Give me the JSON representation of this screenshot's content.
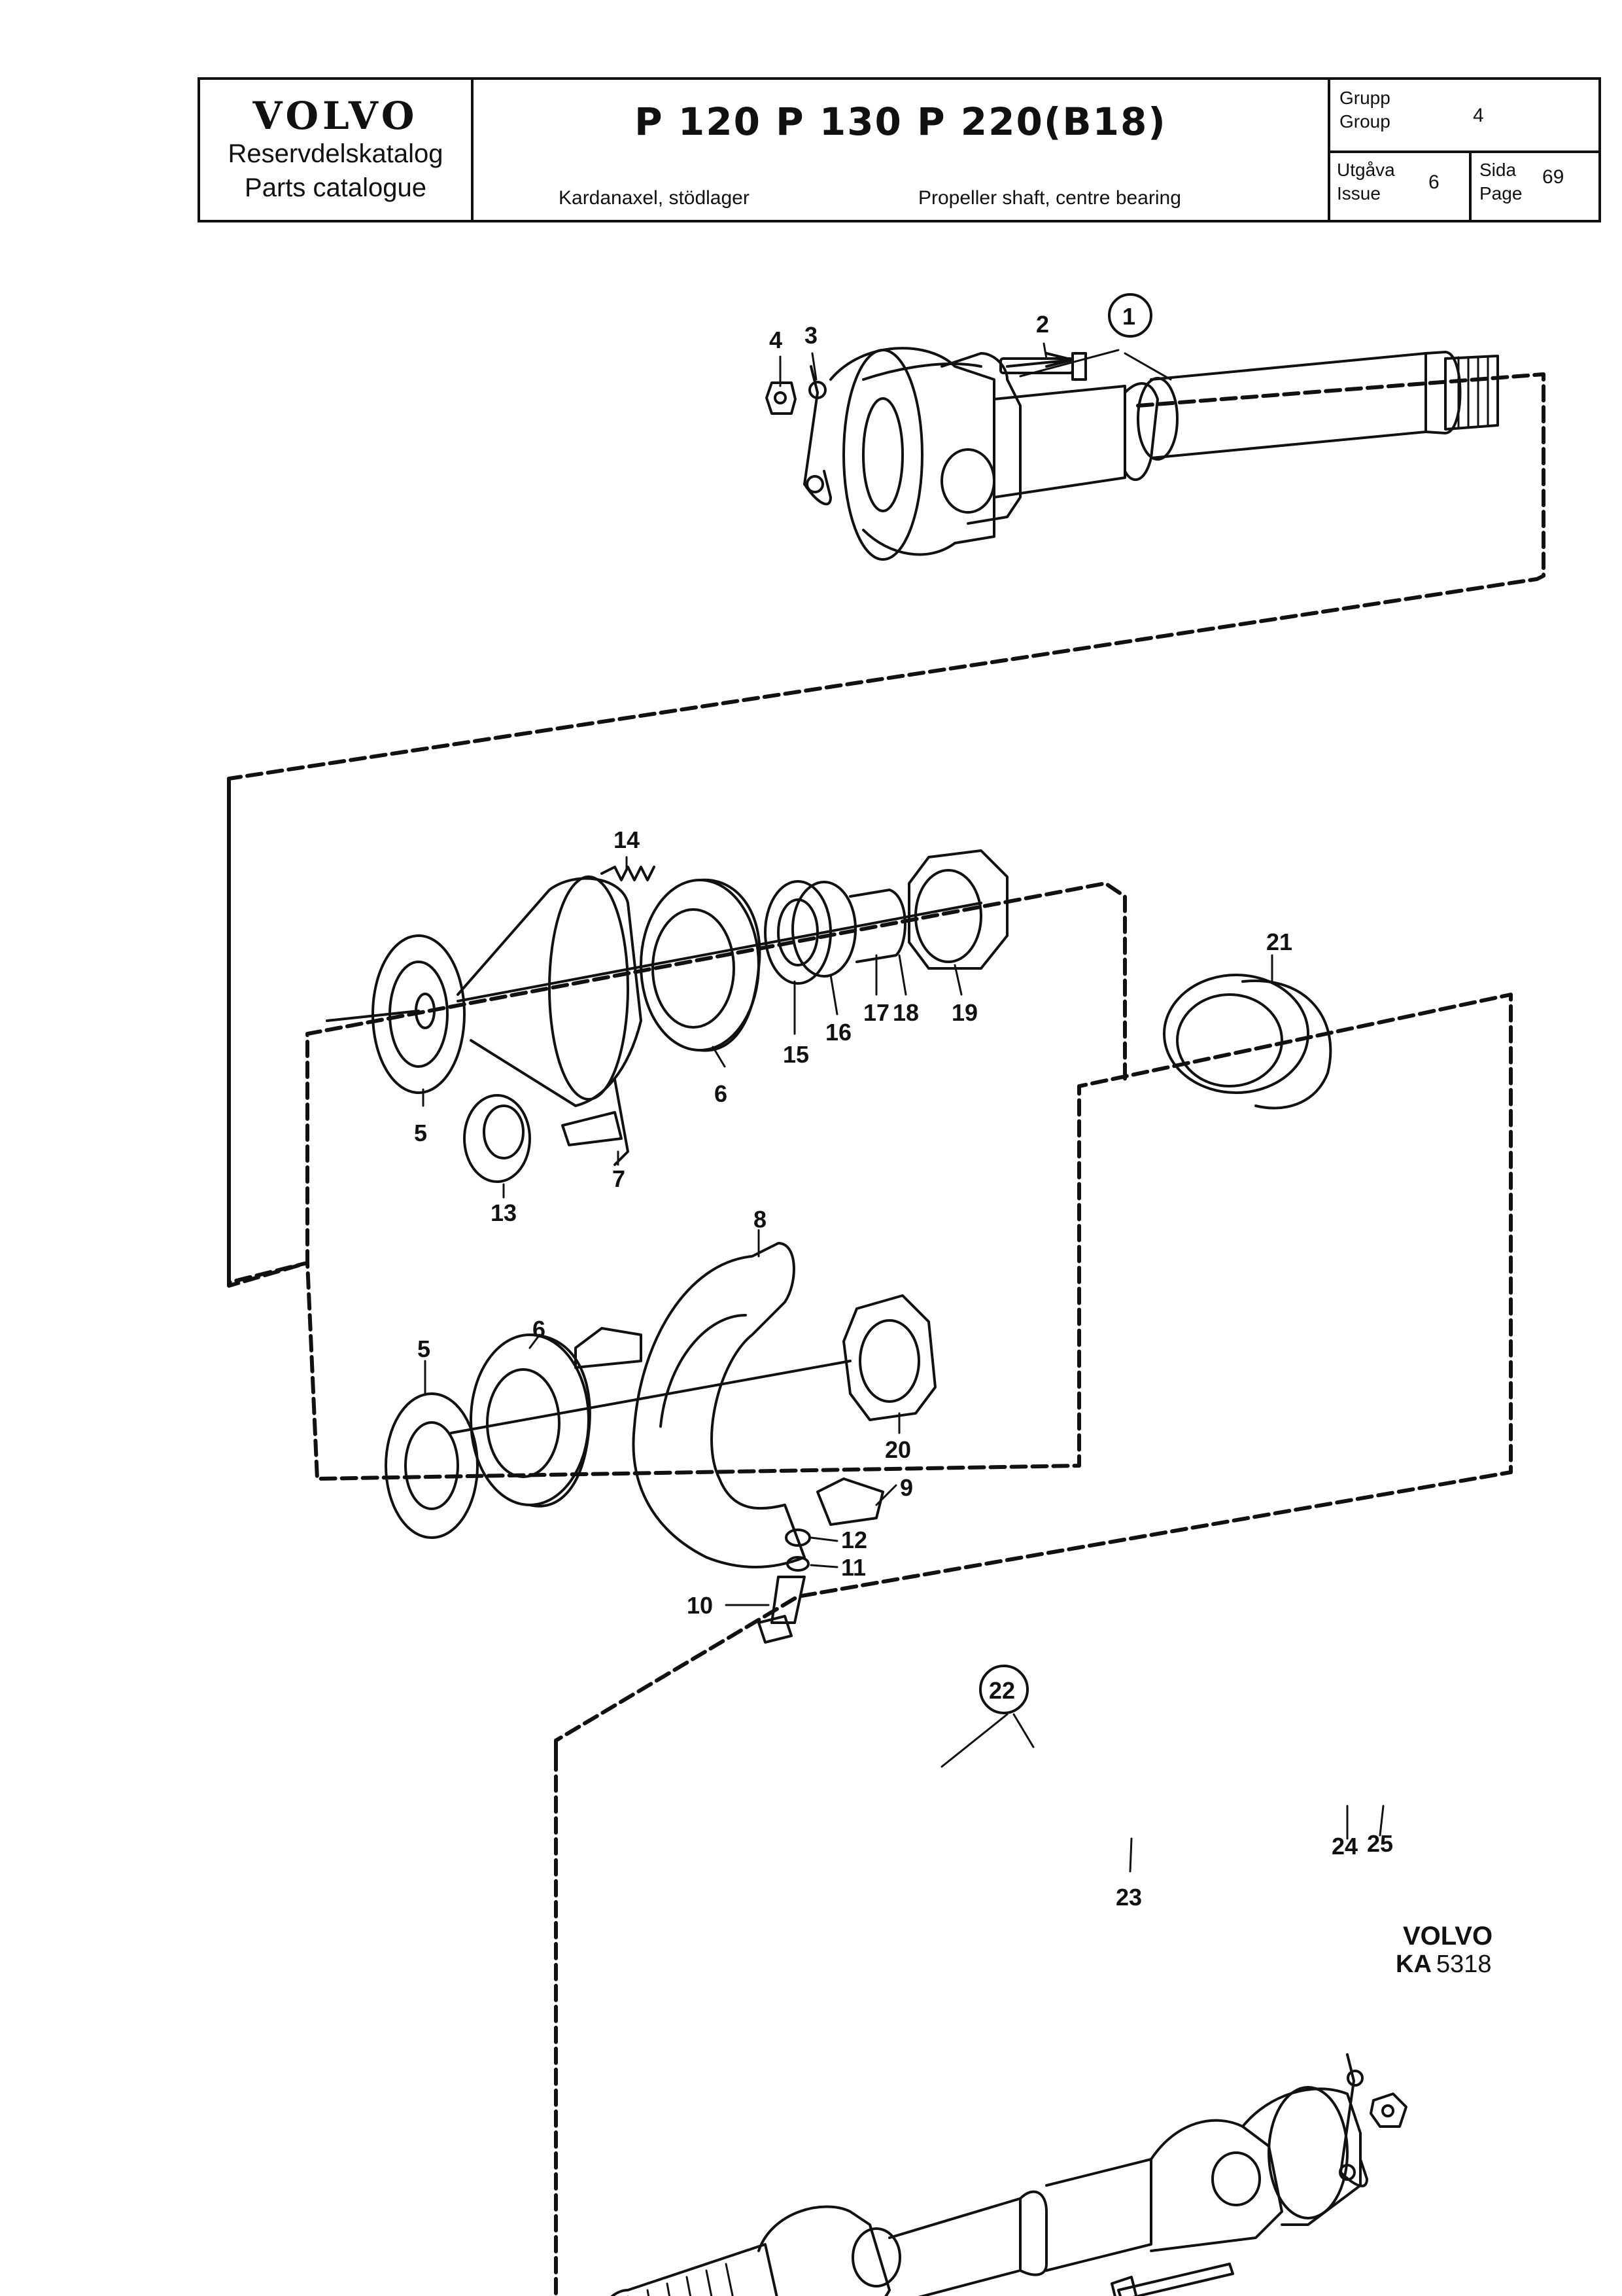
{
  "header": {
    "brand": "VOLVO",
    "catalog_sv": "Reservdelskatalog",
    "catalog_en": "Parts catalogue",
    "models": "P 120   P 130   P 220(B18)",
    "subtitle_sv": "Kardanaxel, stödlager",
    "subtitle_en": "Propeller shaft, centre bearing",
    "group_label_sv": "Grupp",
    "group_label_en": "Group",
    "group_value": "4",
    "issue_label_sv": "Utgåva",
    "issue_label_en": "Issue",
    "issue_value": "6",
    "page_label_sv": "Sida",
    "page_label_en": "Page",
    "page_value": "69"
  },
  "callouts": {
    "c1": "1",
    "c2": "2",
    "c3": "3",
    "c4": "4",
    "c5a": "5",
    "c5b": "5",
    "c6a": "6",
    "c6b": "6",
    "c7": "7",
    "c8": "8",
    "c9": "9",
    "c10": "10",
    "c11": "11",
    "c12": "12",
    "c13": "13",
    "c14": "14",
    "c15": "15",
    "c16": "16",
    "c17": "17",
    "c18": "18",
    "c19": "19",
    "c20": "20",
    "c21": "21",
    "c22": "22",
    "c23": "23",
    "c24": "24",
    "c25": "25"
  },
  "footer_mark": {
    "brand": "VOLVO",
    "code_prefix": "KA",
    "code_number": "5318"
  }
}
